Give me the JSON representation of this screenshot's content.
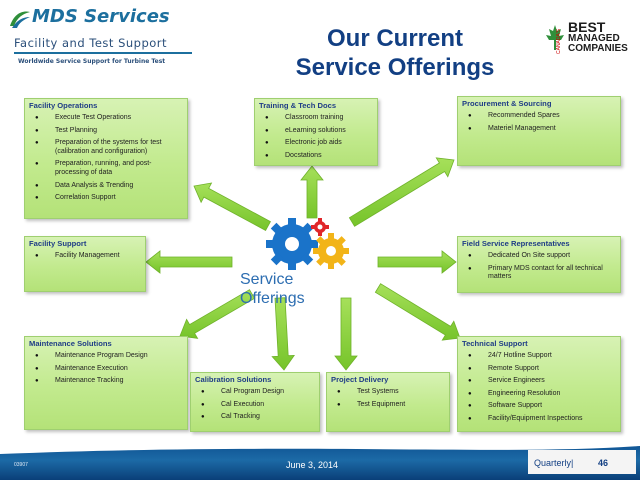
{
  "header": {
    "logo_brand": "MDS Services",
    "logo_tagline": "Facility and Test Support",
    "logo_subtagline": "Worldwide Service Support for Turbine Test",
    "title_line1": "Our Current",
    "title_line2": "Service Offerings",
    "award_line1": "BEST",
    "award_line2": "MANAGED",
    "award_line3": "COMPANIES",
    "award_country": "CANADA'S"
  },
  "center": {
    "line1": "Service",
    "line2": "Offerings"
  },
  "boxes": {
    "facility_operations": {
      "title": "Facility Operations",
      "items": [
        "Execute Test Operations",
        "Test Planning",
        "Preparation of the systems for test (calibration and configuration)",
        "Preparation, running, and post-processing of data",
        "Data Analysis & Trending",
        "Correlation Support"
      ]
    },
    "training": {
      "title": "Training & Tech Docs",
      "items": [
        "Classroom training",
        "eLearning solutions",
        "Electronic job aids",
        "Docstations"
      ]
    },
    "procurement": {
      "title": "Procurement & Sourcing",
      "items": [
        "Recommended Spares",
        "Materiel Management"
      ]
    },
    "facility_support": {
      "title": "Facility Support",
      "items": [
        "Facility Management"
      ]
    },
    "field_service": {
      "title": "Field Service Representatives",
      "items": [
        "Dedicated On Site support",
        "Primary MDS contact for all technical matters"
      ]
    },
    "maintenance": {
      "title": "Maintenance Solutions",
      "items": [
        "Maintenance Program Design",
        "Maintenance Execution",
        "Maintenance Tracking"
      ]
    },
    "calibration": {
      "title": "Calibration Solutions",
      "items": [
        "Cal Program Design",
        "Cal Execution",
        "Cal Tracking"
      ]
    },
    "project": {
      "title": "Project Delivery",
      "items": [
        "Test Systems",
        "Test Equipment"
      ]
    },
    "technical": {
      "title": "Technical Support",
      "items": [
        "24/7 Hotline Support",
        "Remote Support",
        "Service Engineers",
        "Engineering Resolution",
        "Software Support",
        "Facility/Equipment Inspections"
      ]
    }
  },
  "footer": {
    "doc_id": "03907",
    "date": "June 3, 2014",
    "label": "Quarterly|",
    "page": "46"
  },
  "colors": {
    "title": "#123f83",
    "box_fill": "#c2ea8e",
    "arrow": "#8fd43a",
    "footer": "#0c4e8f"
  }
}
